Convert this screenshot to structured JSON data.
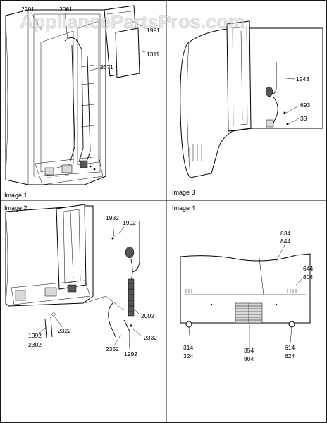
{
  "watermark": "AppliancePartsPros.com",
  "panels": {
    "image1": {
      "caption": "Image 1",
      "labels": [
        "2291",
        "2061",
        "1991",
        "1311",
        "2071"
      ]
    },
    "image3": {
      "caption": "Image 3",
      "labels": [
        "1243",
        "693",
        "33"
      ]
    },
    "image2": {
      "caption": "Image 2",
      "labels": [
        "1932",
        "1992",
        "2002",
        "2332",
        "2352",
        "1992",
        "1992",
        "2302",
        "2322"
      ]
    },
    "image4": {
      "caption": "Image 4",
      "labels": [
        "834",
        "844",
        "644",
        "804",
        "314",
        "324",
        "354",
        "804",
        "614",
        "624"
      ]
    }
  }
}
